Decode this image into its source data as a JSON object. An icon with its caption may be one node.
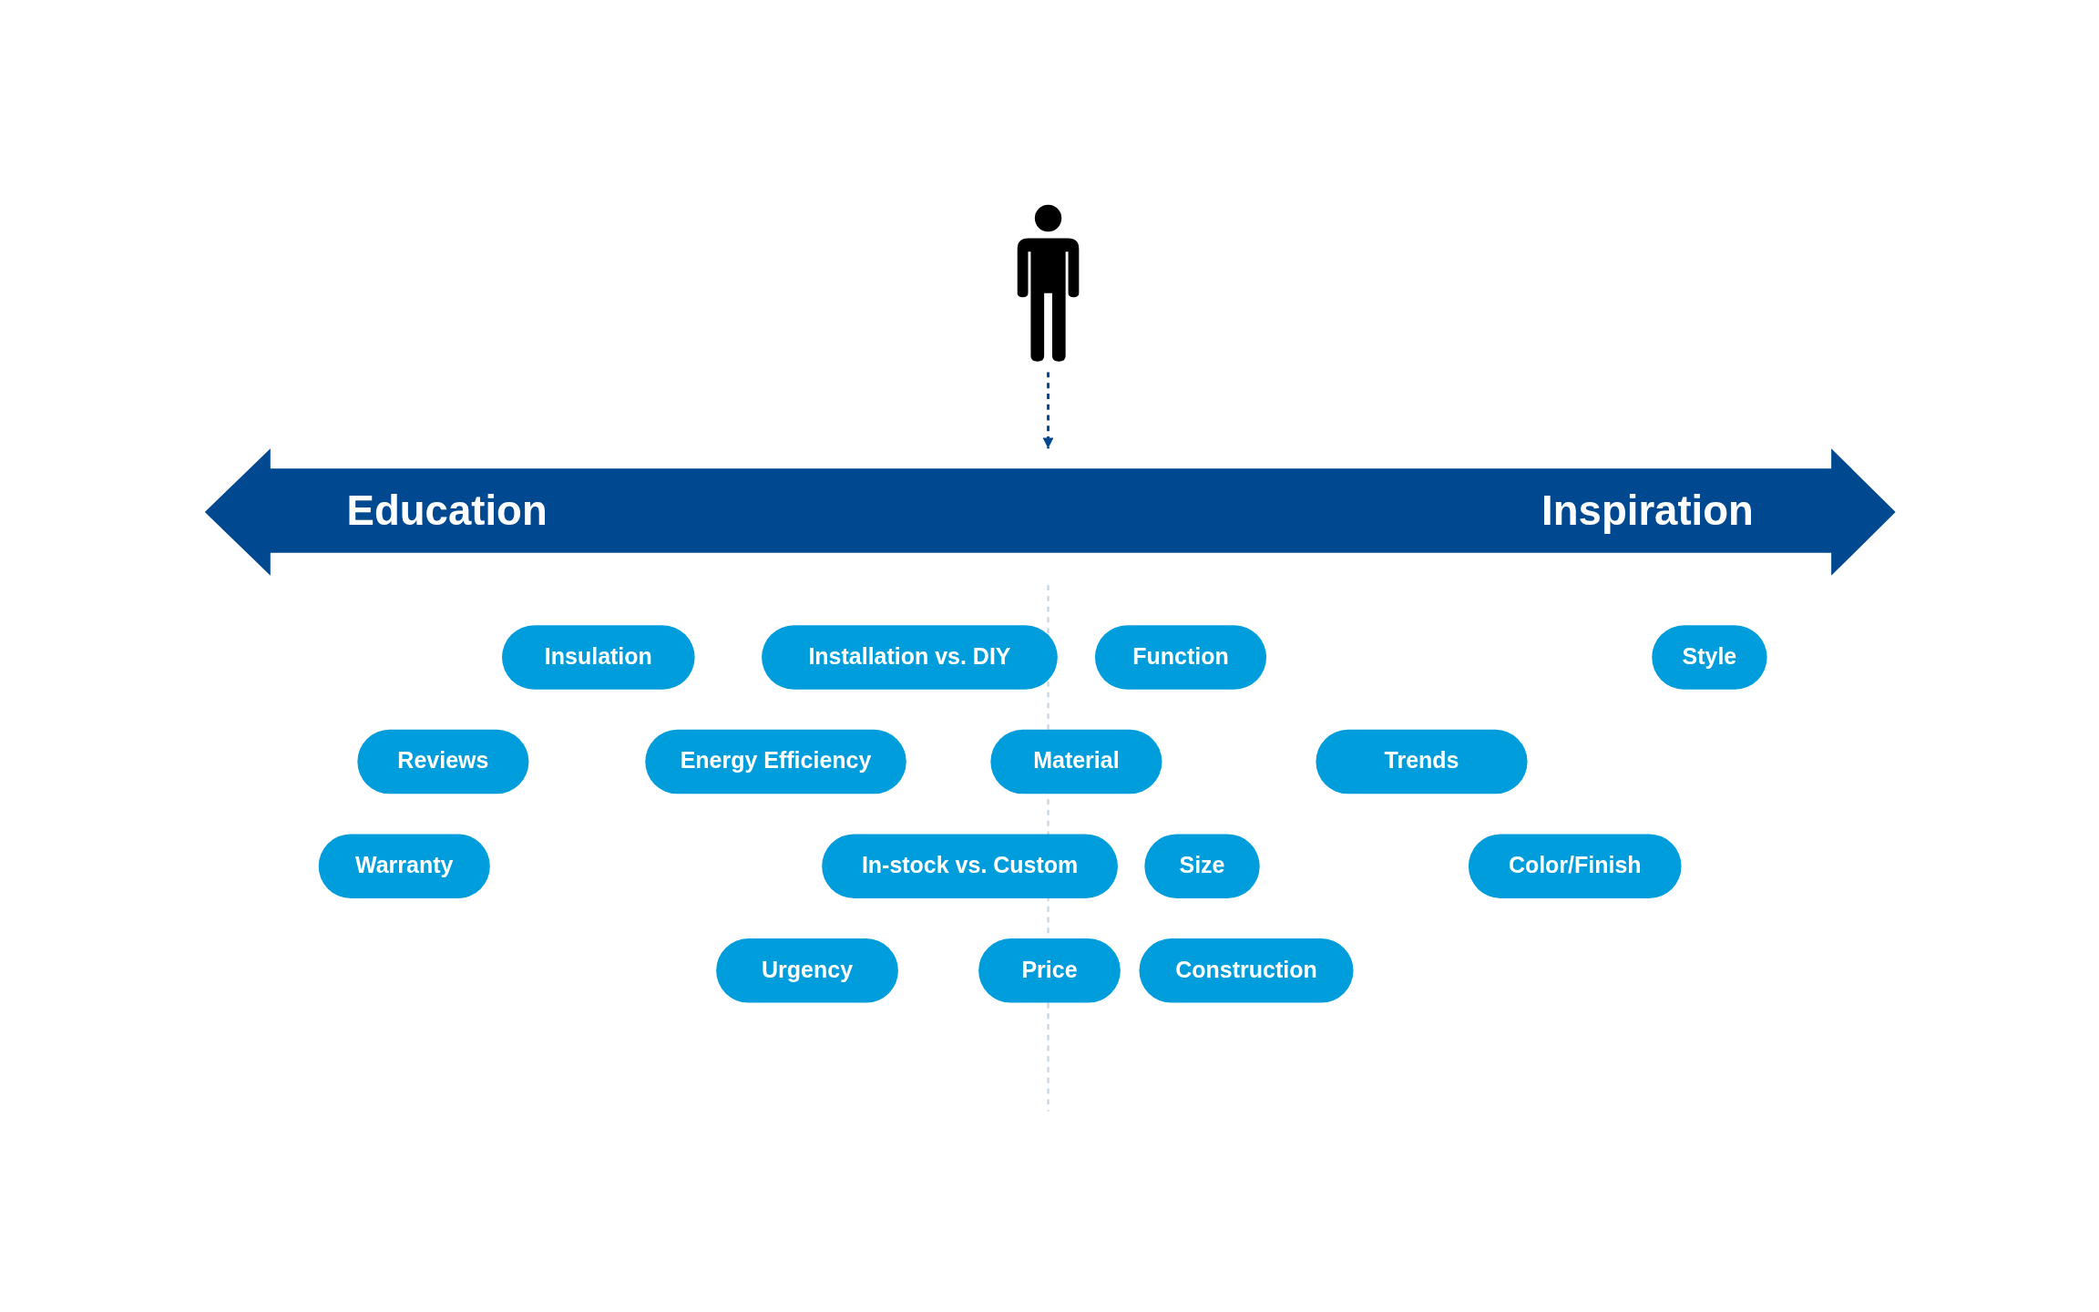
{
  "diagram": {
    "nodes": [
      {
        "text": [],
        "shape": "person"
      },
      {
        "text": [
          "Education",
          "Inspiration"
        ]
      },
      {
        "text": [
          "Insulation"
        ]
      },
      {
        "text": [
          "Installation vs. DIY"
        ]
      },
      {
        "text": [
          "Function"
        ]
      },
      {
        "text": [
          "Style"
        ]
      },
      {
        "text": [
          "Reviews"
        ]
      },
      {
        "text": [
          "Energy Efficiency"
        ]
      },
      {
        "text": [
          "Material"
        ]
      },
      {
        "text": [
          "Trends"
        ]
      },
      {
        "text": [
          "Warranty"
        ]
      },
      {
        "text": [
          "In-stock vs. Custom"
        ]
      },
      {
        "text": [
          "Size"
        ]
      },
      {
        "text": [
          "Color/Finish"
        ]
      },
      {
        "text": [
          "Urgency"
        ]
      },
      {
        "text": [
          "Price"
        ]
      },
      {
        "text": [
          "Construction"
        ]
      }
    ],
    "edges": [
      {
        "from": 0,
        "to": 1,
        "arrow": "to",
        "style": "dashed"
      }
    ]
  }
}
